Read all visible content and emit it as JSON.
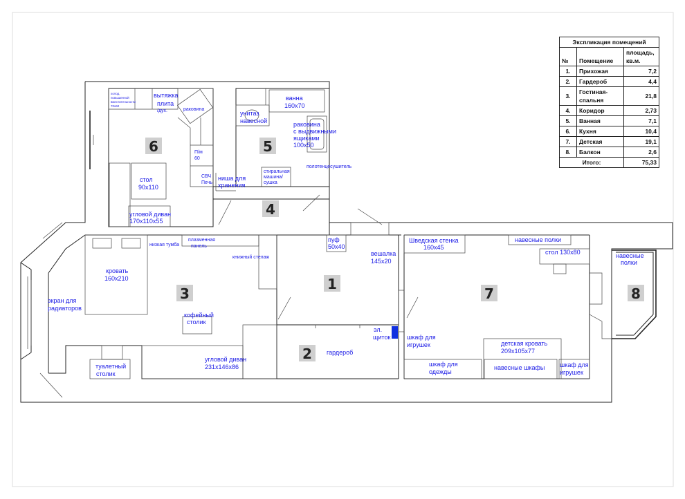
{
  "rooms": [
    {
      "num": "1"
    },
    {
      "num": "2"
    },
    {
      "num": "3"
    },
    {
      "num": "4"
    },
    {
      "num": "5"
    },
    {
      "num": "6"
    },
    {
      "num": "7"
    },
    {
      "num": "8"
    }
  ],
  "labels": {
    "ottoman": [
      "пуф",
      "50x40"
    ],
    "hanger": [
      "вешалка",
      "145x20"
    ],
    "swedish_wall": [
      "Шведская стенка",
      "160x45"
    ],
    "hanging_shelves_7": "навесные полки",
    "desk_7": "стол 130x80",
    "hanging_shelves_8": [
      "навесные",
      "полки"
    ],
    "low_stand": "низкая тумба",
    "plasma_panel": [
      "плазменная",
      "панель"
    ],
    "bookshelf": "книжный стелаж",
    "bed": [
      "кровать",
      "160x210"
    ],
    "radiator_screen": [
      "экран для",
      "радиаторов"
    ],
    "coffee_table": [
      "кофейный",
      "столик"
    ],
    "dressing_table": [
      "туалетный",
      "столик"
    ],
    "corner_sofa_3": [
      "угловой диван",
      "231x146x86"
    ],
    "wardrobe_room": "гардероб",
    "el_panel": [
      "эл.",
      "щиток"
    ],
    "toy_cabinet_1": [
      "шкаф для",
      "игрушек"
    ],
    "clothes_cabinet": [
      "шкаф для",
      "одежды"
    ],
    "hanging_cabinets": "навесные шкафы",
    "toy_cabinet_2": [
      "шкаф для",
      "игрушек"
    ],
    "kids_bed": [
      "детская кровать",
      "209x105x77"
    ],
    "hood": "вытяжка",
    "stove": [
      "плита",
      "/дух."
    ],
    "sink_kitchen": "раковина",
    "fridge_note": [
      "холод.",
      "повышенной",
      "вместительности",
      "70x60"
    ],
    "dishwasher": [
      "П/м",
      "60"
    ],
    "microwave": [
      "СВЧ",
      "Печь"
    ],
    "table_6": [
      "стол",
      "90x110"
    ],
    "corner_sofa_6": [
      "угловой диван",
      "170x110x55"
    ],
    "bathtub": [
      "ванна",
      "160x70"
    ],
    "toilet": [
      "унитаз",
      "навесной"
    ],
    "sink_bath": [
      "раковина",
      "с выдвижными",
      "ящиками",
      "100x50"
    ],
    "storage_niche": [
      "ниша для",
      "хранения"
    ],
    "washer": [
      "стиральная",
      "машина/",
      "сушка"
    ],
    "towel_rail": "полотенцесушитель"
  },
  "explication": {
    "title": "Экспликация помещений",
    "col_num": "№",
    "col_room": "Помещение",
    "col_area": "площадь, кв.м.",
    "rows": [
      {
        "n": "1.",
        "name": "Прихожая",
        "area": "7,2"
      },
      {
        "n": "2.",
        "name": "Гардероб",
        "area": "4,4"
      },
      {
        "n": "3.",
        "name": "Гостиная-спальня",
        "area": "21,8"
      },
      {
        "n": "4.",
        "name": "Коридор",
        "area": "2,73"
      },
      {
        "n": "5.",
        "name": "Ванная",
        "area": "7,1"
      },
      {
        "n": "6.",
        "name": "Кухня",
        "area": "10,4"
      },
      {
        "n": "7.",
        "name": "Детская",
        "area": "19,1"
      },
      {
        "n": "8.",
        "name": "Балкон",
        "area": "2,6"
      }
    ],
    "total_label": "Итого:",
    "total_value": "75,33"
  }
}
